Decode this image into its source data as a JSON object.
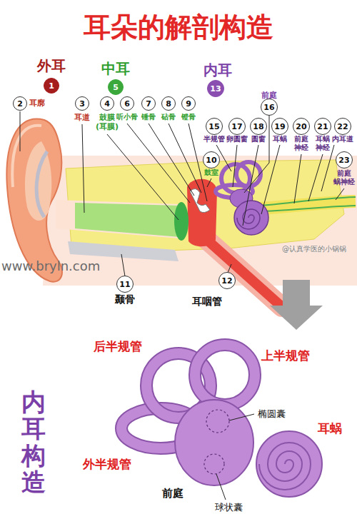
{
  "diagram": {
    "title": "耳朵的解剖构造",
    "nodes": [
      {
        "text": [
          "1"
        ]
      },
      {
        "text": [
          "2"
        ]
      },
      {
        "text": [
          "3"
        ]
      },
      {
        "text": [
          "4"
        ]
      },
      {
        "text": [
          "5"
        ]
      },
      {
        "text": [
          "6"
        ]
      },
      {
        "text": [
          "7"
        ]
      },
      {
        "text": [
          "8"
        ]
      },
      {
        "text": [
          "9"
        ]
      },
      {
        "text": [
          "10"
        ]
      },
      {
        "text": [
          "13"
        ]
      },
      {
        "text": [
          "16"
        ]
      },
      {
        "text": [
          "15"
        ]
      },
      {
        "text": [
          "17"
        ]
      },
      {
        "text": [
          "18"
        ]
      },
      {
        "text": [
          "19"
        ]
      },
      {
        "text": [
          "20"
        ]
      },
      {
        "text": [
          "21"
        ]
      },
      {
        "text": [
          "22"
        ]
      },
      {
        "text": [
          "23"
        ]
      },
      {
        "text": [
          "11"
        ]
      },
      {
        "text": [
          "12"
        ]
      }
    ],
    "labels": [
      "外耳",
      "中耳",
      "内耳",
      "耳廓",
      "耳道",
      "鼓膜 (耳膜)",
      "听小骨",
      "锤骨",
      "砧骨",
      "镫骨",
      "鼓室",
      "前庭",
      "半规管",
      "卵圆窗",
      "圆窗",
      "耳蜗",
      "前庭 神经",
      "耳蜗 神经",
      "内耳道",
      "前庭 蜗神经",
      "www.bryln.com",
      "@认真学医的小锅锅",
      "颞骨",
      "耳咽管",
      "内耳构造",
      "后半规管",
      "上半规管",
      "椭圆囊",
      "耳蜗",
      "外半规管",
      "前庭",
      "球状囊"
    ]
  }
}
